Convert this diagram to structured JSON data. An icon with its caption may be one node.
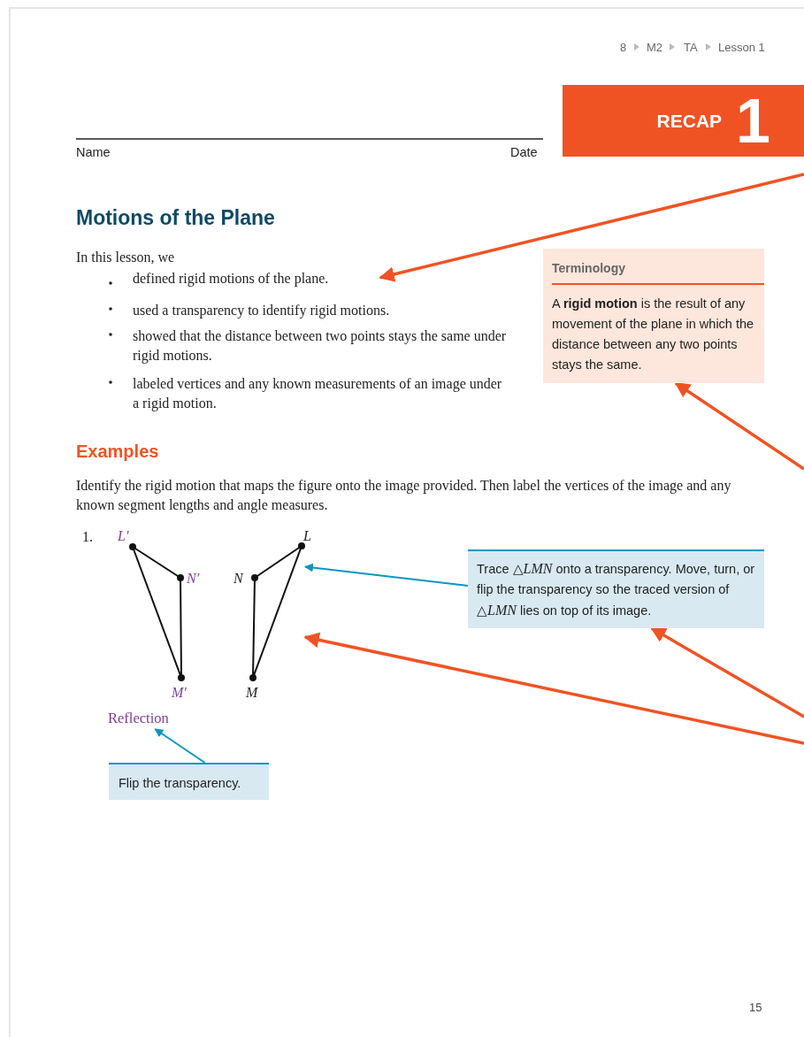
{
  "diagram": {
    "title": "Motions of the Plane",
    "nodes": [
      {
        "text": [
          "RECAP",
          "1"
        ]
      },
      {
        "text": [
          "defined rigid motions of the plane."
        ]
      },
      {
        "text": [
          "Terminology",
          "A **rigid motion** is the result of any movement of the plane in which the distance between any two points stays the same."
        ]
      },
      {
        "text": [],
        "shape": "triangle"
      },
      {
        "text": [
          "Trace △*LMN* onto a transparency. Move, turn, or flip the transparency so the traced version of △*LMN* lies on top of its image."
        ]
      },
      {
        "text": [
          "Reflection"
        ]
      },
      {
        "text": [
          "Flip the transparency."
        ]
      }
    ],
    "edges": [
      {
        "from": null,
        "to": 1,
        "arrow": "to"
      },
      {
        "from": null,
        "to": 2,
        "arrow": "to"
      },
      {
        "from": null,
        "to": 4,
        "arrow": "to"
      },
      {
        "from": null,
        "to": 3,
        "arrow": "to"
      },
      {
        "from": 4,
        "to": 3,
        "arrow": "to",
        "color": "#0a96c0"
      },
      {
        "from": 6,
        "to": 5,
        "arrow": "to",
        "color": "#0a96c0"
      }
    ],
    "labels": [
      "8",
      "M2",
      "TA",
      "Lesson 1",
      "Name",
      "Date",
      "In this lesson, we",
      "used a transparency to identify rigid motions.",
      "showed that the distance between two points stays the same under rigid motions.",
      "labeled vertices and any known measurements of an image under a rigid motion.",
      "Examples",
      "Identify the rigid motion that maps the figure onto the image provided. Then label the vertices of the image and any known segment lengths and angle measures.",
      "1.",
      "L′",
      "N′",
      "M′",
      "N",
      "L",
      "M",
      "15"
    ]
  }
}
